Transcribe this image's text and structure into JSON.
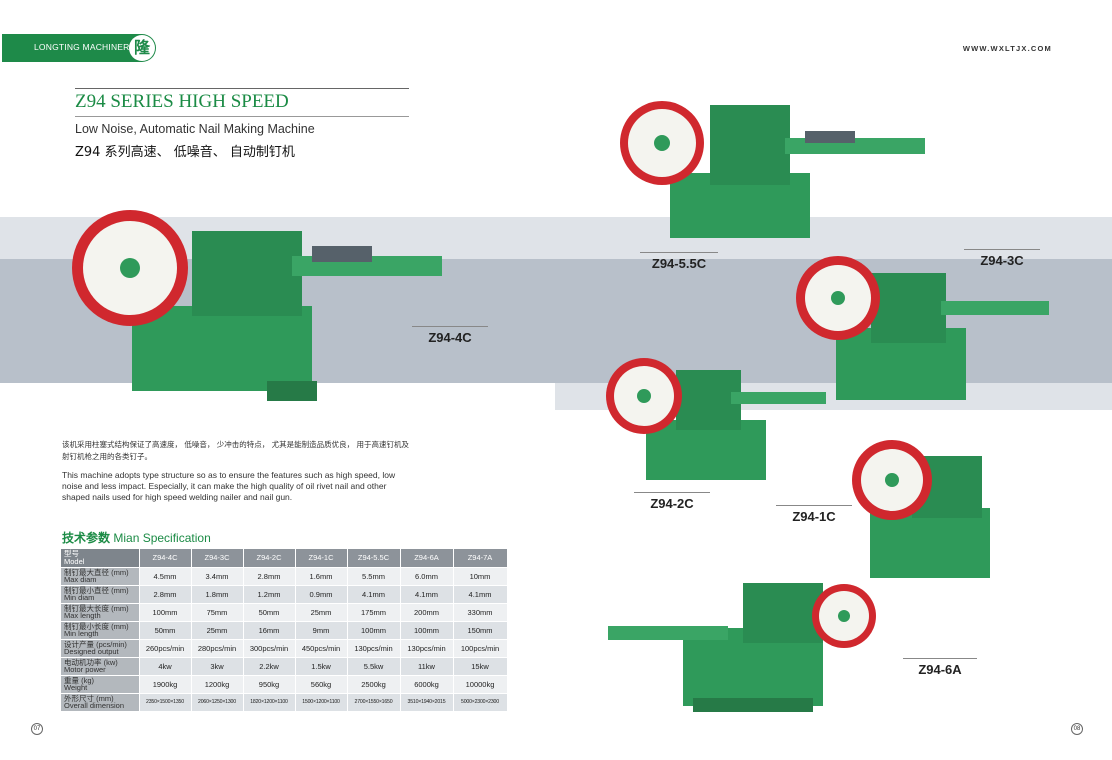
{
  "brand": {
    "name": "LONGTING MACHINERY",
    "logo_glyph": "隆"
  },
  "website": "WWW.WXLTJX.COM",
  "title": "Z94 SERIES HIGH SPEED",
  "subtitle_en": "Low Noise, Automatic Nail Making Machine",
  "subtitle_cn": "Z94 系列高速、 低噪音、 自动制钉机",
  "machines": [
    "Z94-4C",
    "Z94-5.5C",
    "Z94-3C",
    "Z94-2C",
    "Z94-1C",
    "Z94-6A"
  ],
  "description_cn": "该机采用柱塞式结构保证了高速度， 低噪音， 少冲击的特点， 尤其是能制造品质优良， 用于高速钉机及射钉机枪之用的各类钉子。",
  "description_en": "This machine adopts type structure so as to ensure the features such as high speed, low noise and less impact. Especially, it can make the high quality of oil rivet nail and other shaped nails used for high speed welding nailer and nail gun.",
  "spec": {
    "title_cn": "技术参数",
    "title_en": "Mian Specification",
    "header": {
      "label_cn": "型号",
      "label_en": "Model",
      "models": [
        "Z94-4C",
        "Z94-3C",
        "Z94-2C",
        "Z94-1C",
        "Z94-5.5C",
        "Z94-6A",
        "Z94-7A"
      ]
    },
    "rows": [
      {
        "cn": "制钉最大直径 (mm)",
        "en": "Max diam",
        "values": [
          "4.5mm",
          "3.4mm",
          "2.8mm",
          "1.6mm",
          "5.5mm",
          "6.0mm",
          "10mm"
        ]
      },
      {
        "cn": "制钉最小直径 (mm)",
        "en": "Min diam",
        "values": [
          "2.8mm",
          "1.8mm",
          "1.2mm",
          "0.9mm",
          "4.1mm",
          "4.1mm",
          "4.1mm"
        ]
      },
      {
        "cn": "制钉最大长度 (mm)",
        "en": "Max length",
        "values": [
          "100mm",
          "75mm",
          "50mm",
          "25mm",
          "175mm",
          "200mm",
          "330mm"
        ]
      },
      {
        "cn": "制钉最小长度 (mm)",
        "en": "Min length",
        "values": [
          "50mm",
          "25mm",
          "16mm",
          "9mm",
          "100mm",
          "100mm",
          "150mm"
        ]
      },
      {
        "cn": "设计产量 (pcs/min)",
        "en": "Designed output",
        "values": [
          "260pcs/min",
          "280pcs/min",
          "300pcs/min",
          "450pcs/min",
          "130pcs/min",
          "130pcs/min",
          "100pcs/min"
        ]
      },
      {
        "cn": "电动机功率 (kw)",
        "en": "Motor power",
        "values": [
          "4kw",
          "3kw",
          "2.2kw",
          "1.5kw",
          "5.5kw",
          "11kw",
          "15kw"
        ]
      },
      {
        "cn": "重量 (kg)",
        "en": "Weight",
        "values": [
          "1900kg",
          "1200kg",
          "950kg",
          "560kg",
          "2500kg",
          "6000kg",
          "10000kg"
        ]
      },
      {
        "cn": "外形尺寸 (mm)",
        "en": "Overall dimension",
        "values": [
          "2350×1500×1350",
          "2060×1250×1300",
          "1820×1200×1100",
          "1500×1200×1100",
          "2700×1550×1650",
          "3510×1940×2015",
          "5000×2300×2300"
        ]
      }
    ]
  },
  "pages": {
    "left": "07",
    "right": "08"
  },
  "colors": {
    "brand_green": "#1e8a49",
    "title_green": "#1b8b45",
    "machine_green": "#2f9a5a",
    "wheel_red": "#d0282e",
    "band_gray": "#b8c0ca"
  }
}
